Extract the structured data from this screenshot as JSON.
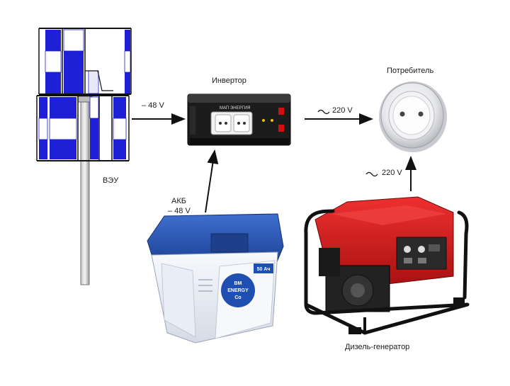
{
  "labels": {
    "inverter": "Инвертор",
    "consumer": "Потребитель",
    "wind_turbine": "ВЭУ",
    "battery_line1": "АКБ",
    "battery_line2": "– 48 V",
    "generator": "Дизель-генератор",
    "dc_48_top": "– 48 V",
    "ac_220_top": "220 V",
    "ac_220_right": "220 V"
  },
  "inverter_panel": {
    "brand": "МАП ЭНЕРГИЯ"
  },
  "battery_panel": {
    "brand_line1": "BM",
    "brand_line2": "ENERGY",
    "brand_line3": "Co",
    "capacity": "50 Ач"
  },
  "colors": {
    "turbine_blue": "#1f1fd6",
    "turbine_frame": "#111111",
    "arrow": "#111111",
    "inverter_body": "#1c1c1c",
    "battery_lid": "#2a56b8",
    "battery_body": "#eef2f8",
    "generator_red": "#d21a1a",
    "socket": "#e8e8ea"
  }
}
